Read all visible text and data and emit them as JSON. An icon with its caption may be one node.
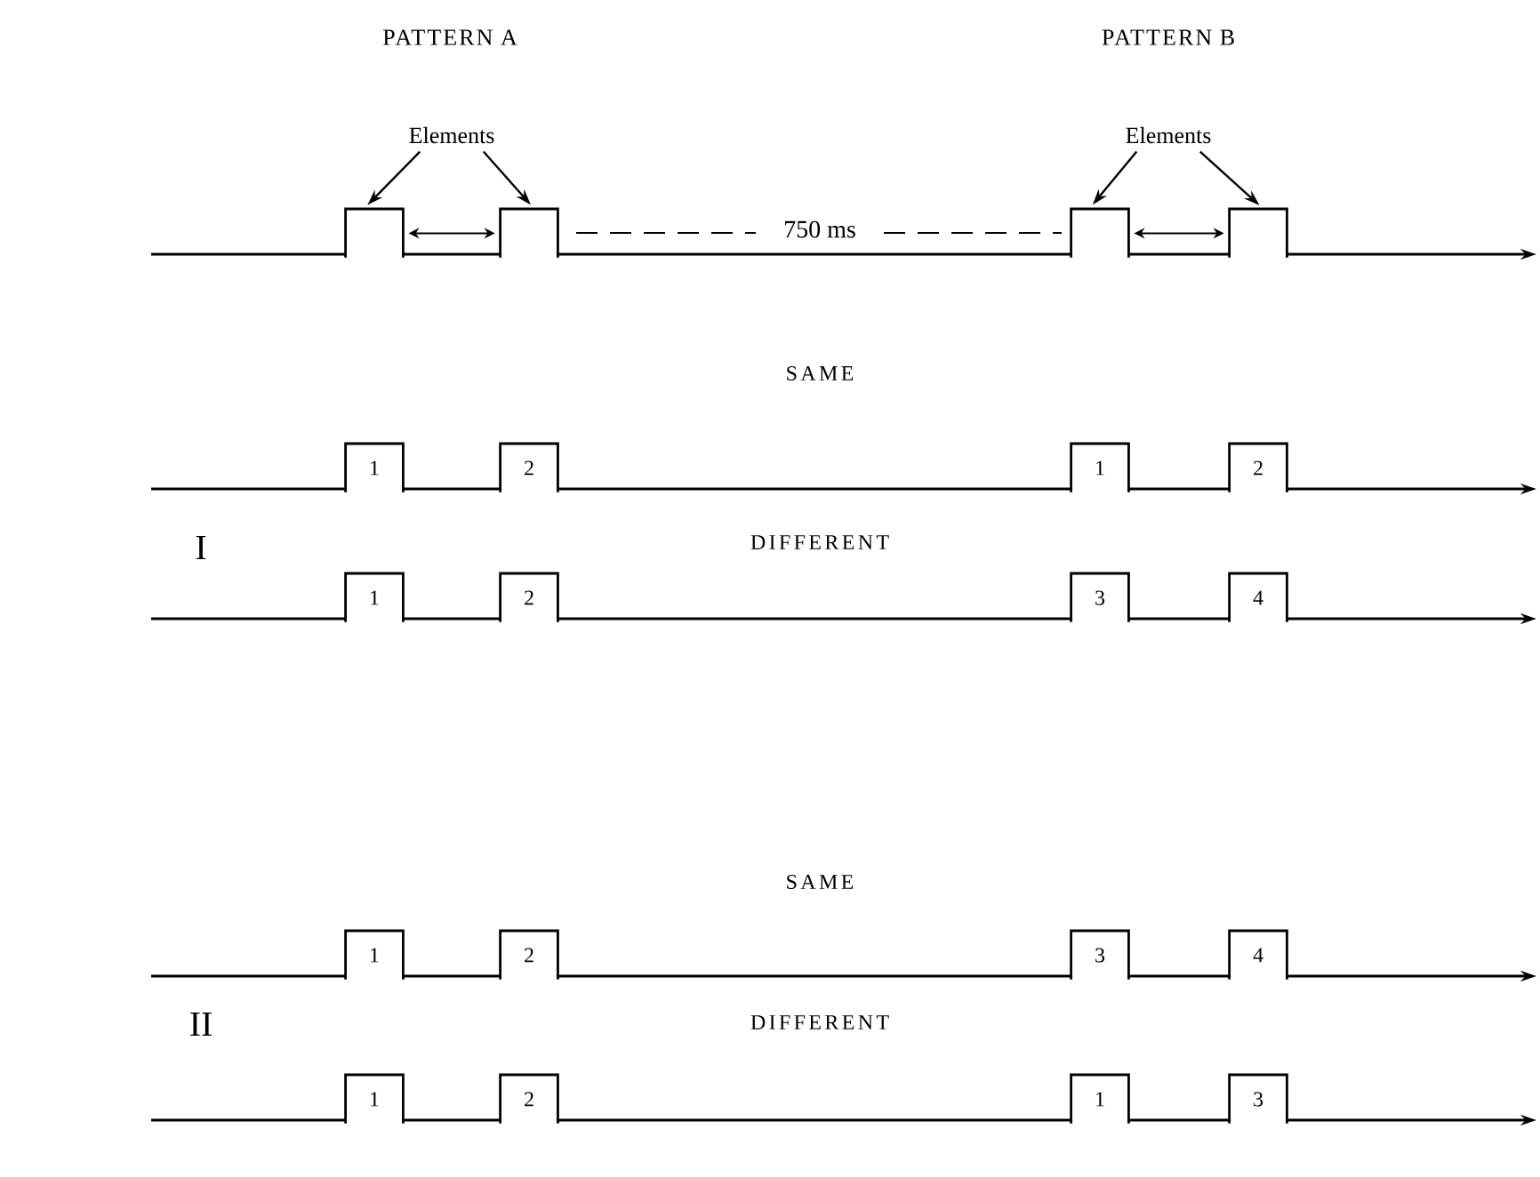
{
  "diagram": {
    "nodes": [
      {
        "text": [
          "Elements"
        ]
      },
      {
        "text": [
          "Elements"
        ]
      },
      {
        "text": [],
        "shape": "box"
      },
      {
        "text": [],
        "shape": "box"
      },
      {
        "text": [],
        "shape": "box"
      },
      {
        "text": [],
        "shape": "box"
      },
      {
        "text": [
          "1"
        ]
      },
      {
        "text": [
          "2"
        ]
      },
      {
        "text": [
          "1"
        ]
      },
      {
        "text": [
          "2"
        ]
      },
      {
        "text": [
          "1"
        ]
      },
      {
        "text": [
          "2"
        ]
      },
      {
        "text": [
          "3"
        ]
      },
      {
        "text": [
          "4"
        ]
      },
      {
        "text": [
          "1"
        ]
      },
      {
        "text": [
          "2"
        ]
      },
      {
        "text": [
          "3"
        ]
      },
      {
        "text": [
          "4"
        ]
      },
      {
        "text": [
          "1"
        ]
      },
      {
        "text": [
          "2"
        ]
      },
      {
        "text": [
          "1"
        ]
      },
      {
        "text": [
          "3"
        ]
      }
    ],
    "edges": [
      {
        "from": 0,
        "to": 2,
        "arrow": "to"
      },
      {
        "from": 0,
        "to": 3,
        "arrow": "to"
      },
      {
        "from": 1,
        "to": 4,
        "arrow": "to"
      },
      {
        "from": 1,
        "to": 5,
        "arrow": "to"
      },
      {
        "from": 2,
        "to": 3,
        "arrow": "both"
      },
      {
        "from": 4,
        "to": 5,
        "arrow": "both"
      }
    ],
    "labels": [
      "PATTERN A",
      "PATTERN B",
      "750 ms",
      "SAME",
      "I",
      "DIFFERENT",
      "SAME",
      "II",
      "DIFFERENT"
    ]
  }
}
